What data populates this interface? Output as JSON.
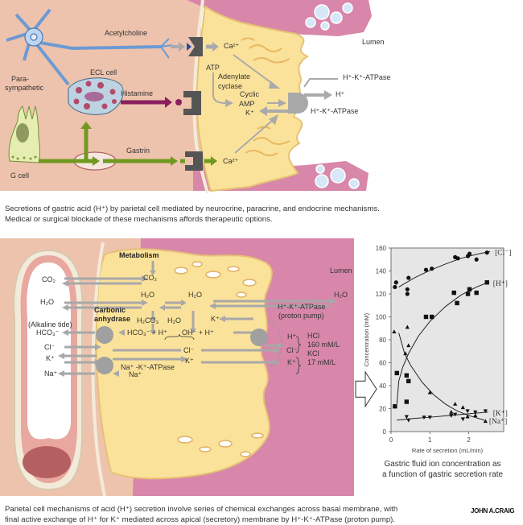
{
  "top_diagram": {
    "labels": {
      "acetylcholine": "Acetylcholine",
      "lumen": "Lumen",
      "parasympathetic_1": "Para-",
      "parasympathetic_2": "sympathetic",
      "ecl_cell": "ECL cell",
      "histamine": "Histamine",
      "gastrin": "Gastrin",
      "g_cell": "G cell",
      "ca_top": "Ca²⁺",
      "ca_bottom": "Ca²⁺",
      "atp": "ATP",
      "adenylate": "Adenylate",
      "cyclase": "cyclase",
      "cyclic": "Cyclic",
      "amp": "AMP",
      "k_plus": "K⁺",
      "h_plus": "H⁺",
      "atpase_top": "H⁺-K⁺-ATPase",
      "atpase_bottom": "H⁺-K⁺-ATPase"
    },
    "caption_line1": "Secretions of gastric acid (H⁺) by parietal cell mediated by neurocrine, paracrine, and endocrine mechanisms.",
    "caption_line2": "Medical or surgical blockade of these mechanisms affords therapeutic options."
  },
  "bottom_diagram": {
    "labels": {
      "lumen": "Lumen",
      "metabolism": "Metabolism",
      "co2_left": "CO₂",
      "h2o_left": "H₂O",
      "co2_mid": "CO₂",
      "h2o_mid": "H₂O",
      "h2o_mid2": "H₂O",
      "h2o_right": "H₂O",
      "carbonic": "Carbonic",
      "anhydrase": "anhydrase",
      "h2co3": "H₂CO₃",
      "h2o_small": "H₂O",
      "alkaline_tide": "(Alkaline tide)",
      "hco3_left": "HCO₃⁻",
      "hco3_reaction": "HCO₃⁻ + H⁺",
      "oh_reaction": "OH⁻ + H⁺",
      "cl_left": "Cl⁻",
      "k_left": "K⁺",
      "na_left": "Na⁺",
      "cl_mid": "Cl⁻",
      "k_mid": "K⁺",
      "k_upper": "K⁺",
      "na_k_atpase": "Na⁺ -K⁺-ATPase",
      "na_mid": "Na⁺",
      "proton_pump_1": "H⁺-K⁺-ATPase",
      "proton_pump_2": "(proton pump)",
      "h_out": "H⁺",
      "cl_out": "Cl⁻",
      "k_out": "K⁺",
      "hcl": "HCl",
      "hcl_conc": "160 mM/L",
      "kcl": "KCl",
      "kcl_conc": "17 mM/L"
    },
    "caption_line1": "Parietal cell mechanisms of acid (H⁺) secretion involve series of chemical exchanges across basal membrane, with",
    "caption_line2": "final active exchange of H⁺ for K⁺ mediated across apical (secretory) membrane by H⁺-K⁺-ATPase (proton pump).",
    "signature": "JOHN A.CRAIG"
  },
  "chart_data": {
    "type": "scatter",
    "title": "Gastric fluid ion concentration as a function of gastric secretion rate",
    "title_line1": "Gastric fluid ion concentration as",
    "title_line2": "a function of gastric secretion rate",
    "xlabel": "Rate of secretion (mL/min)",
    "ylabel": "Concentration (mM)",
    "xlim": [
      0,
      2.9
    ],
    "ylim": [
      0,
      160
    ],
    "xticks": [
      0,
      1,
      2
    ],
    "yticks": [
      0,
      20,
      40,
      60,
      80,
      100,
      120,
      140,
      160
    ],
    "grid": false,
    "background": "#e6e6e6",
    "series": [
      {
        "name": "[Cl⁻]",
        "marker": "circle",
        "points": [
          [
            0.1,
            126
          ],
          [
            0.13,
            130
          ],
          [
            0.45,
            134
          ],
          [
            0.42,
            124
          ],
          [
            0.42,
            120
          ],
          [
            0.9,
            141
          ],
          [
            1.05,
            142
          ],
          [
            1.65,
            152
          ],
          [
            1.72,
            151
          ],
          [
            1.98,
            153
          ],
          [
            2.02,
            155
          ],
          [
            2.2,
            150
          ],
          [
            2.47,
            156
          ]
        ],
        "fit": [
          [
            0.2,
            126
          ],
          [
            0.6,
            134
          ],
          [
            1.0,
            140.5
          ],
          [
            1.4,
            146
          ],
          [
            1.8,
            151
          ],
          [
            2.2,
            154.5
          ],
          [
            2.55,
            157
          ]
        ]
      },
      {
        "name": "[H⁺]",
        "marker": "square",
        "points": [
          [
            0.1,
            22
          ],
          [
            0.15,
            51
          ],
          [
            0.4,
            49
          ],
          [
            0.45,
            44
          ],
          [
            0.4,
            26
          ],
          [
            0.9,
            100
          ],
          [
            1.05,
            100
          ],
          [
            1.62,
            121
          ],
          [
            1.7,
            112
          ],
          [
            1.98,
            120
          ],
          [
            2.02,
            124
          ],
          [
            2.2,
            121
          ],
          [
            2.47,
            130
          ]
        ],
        "fit": [
          [
            0.15,
            24
          ],
          [
            0.2,
            44
          ],
          [
            0.3,
            56
          ],
          [
            0.45,
            68
          ],
          [
            0.7,
            83
          ],
          [
            1.0,
            96
          ],
          [
            1.4,
            109
          ],
          [
            1.8,
            119
          ],
          [
            2.2,
            126
          ],
          [
            2.5,
            130
          ]
        ]
      },
      {
        "name": "[Na⁺]",
        "marker": "triangle-up",
        "points": [
          [
            0.08,
            87
          ],
          [
            0.42,
            91
          ],
          [
            0.45,
            75
          ],
          [
            0.37,
            68
          ],
          [
            1.0,
            34
          ],
          [
            1.55,
            17
          ],
          [
            1.65,
            24
          ],
          [
            1.85,
            21
          ],
          [
            1.97,
            13
          ],
          [
            2.17,
            14
          ],
          [
            2.43,
            9
          ]
        ],
        "fit": [
          [
            0.2,
            86
          ],
          [
            0.35,
            68
          ],
          [
            0.5,
            58
          ],
          [
            0.8,
            43
          ],
          [
            1.1,
            32
          ],
          [
            1.4,
            24
          ],
          [
            1.7,
            18
          ],
          [
            2.0,
            14
          ],
          [
            2.4,
            10
          ]
        ]
      },
      {
        "name": "[K⁺]",
        "marker": "triangle-down",
        "points": [
          [
            0.4,
            13
          ],
          [
            0.45,
            10
          ],
          [
            0.85,
            12.5
          ],
          [
            1.0,
            12.5
          ],
          [
            1.55,
            14
          ],
          [
            1.65,
            15
          ],
          [
            1.85,
            11
          ],
          [
            1.97,
            18
          ],
          [
            2.17,
            17
          ],
          [
            2.43,
            18
          ]
        ],
        "fit": [
          [
            0.15,
            10
          ],
          [
            0.6,
            11.5
          ],
          [
            1.0,
            12.5
          ],
          [
            1.5,
            14
          ],
          [
            2.0,
            15.5
          ],
          [
            2.5,
            17
          ]
        ]
      }
    ]
  }
}
